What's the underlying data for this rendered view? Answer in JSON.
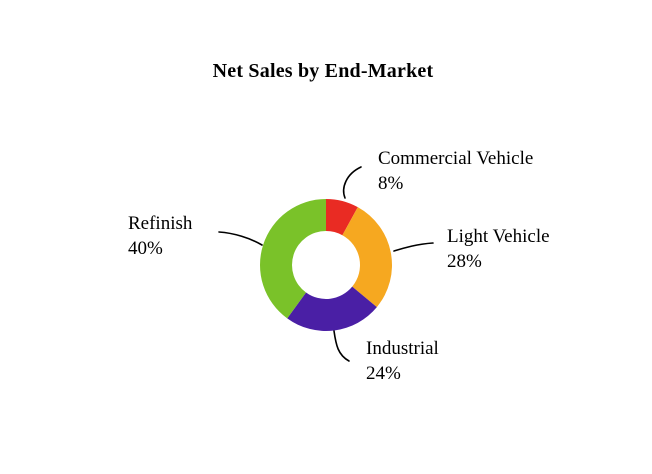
{
  "chart_data": {
    "type": "pie",
    "subtype": "donut",
    "title": "Net Sales by End-Market",
    "unit": "%",
    "direction": "clockwise",
    "start_angle_deg": 0,
    "legend_position": "none",
    "grid": false,
    "segments": [
      {
        "name": "Commercial Vehicle",
        "value": 8,
        "value_label": "8%",
        "color": "#E92B23"
      },
      {
        "name": "Light Vehicle",
        "value": 28,
        "value_label": "28%",
        "color": "#F6A820"
      },
      {
        "name": "Industrial",
        "value": 24,
        "value_label": "24%",
        "color": "#4A1FA5"
      },
      {
        "name": "Refinish",
        "value": 40,
        "value_label": "40%",
        "color": "#7AC229"
      }
    ]
  }
}
